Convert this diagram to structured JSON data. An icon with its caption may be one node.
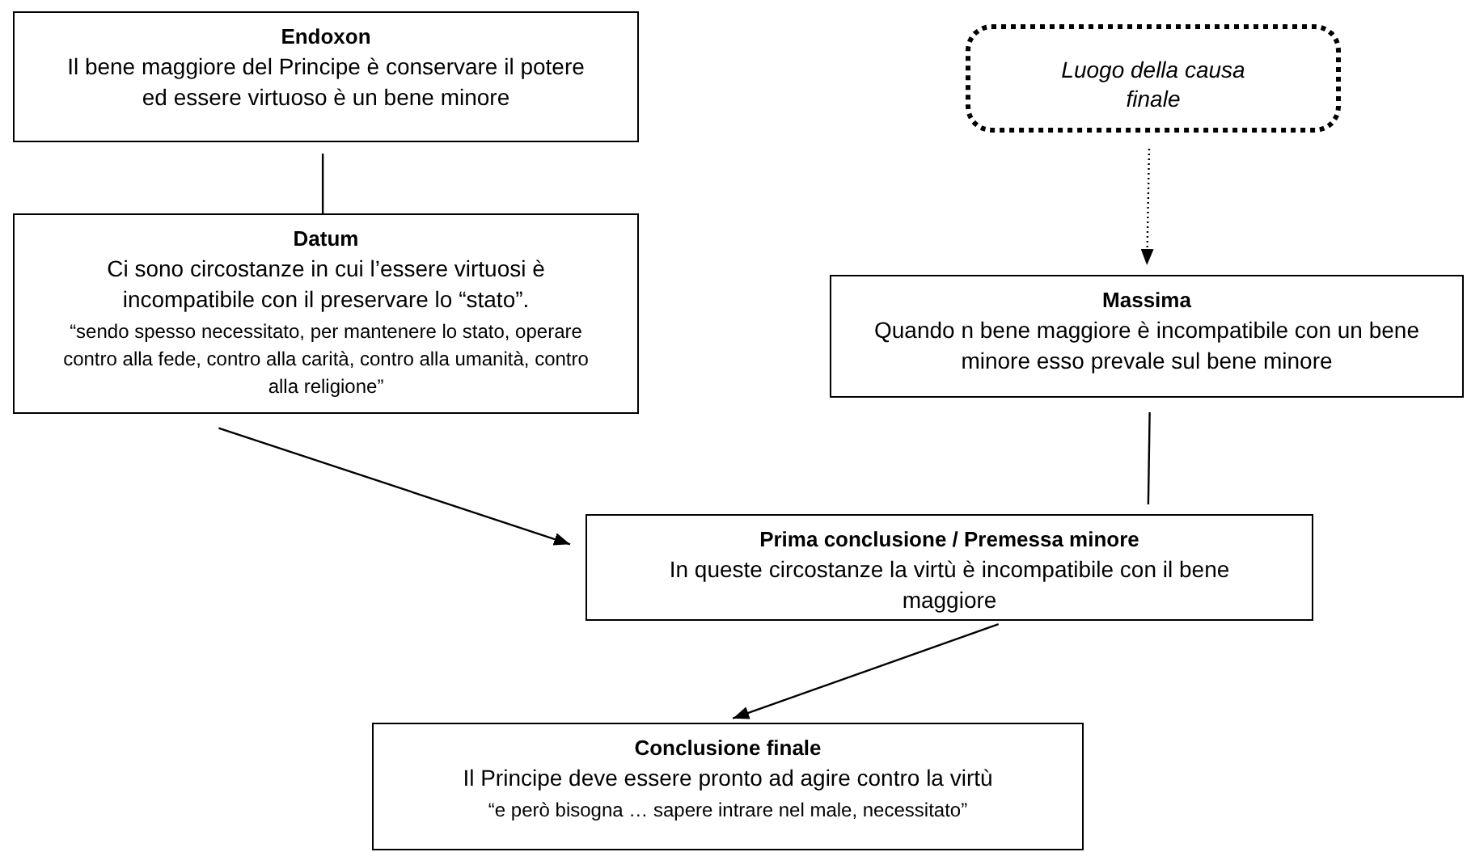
{
  "diagram": {
    "nodes": [
      {
        "text": [
          "Endoxon",
          "Il bene maggiore del Principe è conservare il potere ed essere virtuoso è un bene minore"
        ]
      },
      {
        "text": [
          "Datum",
          "Ci sono circostanze in cui l’essere virtuosi è incompatibile con il preservare lo “stato”.",
          "“sendo spesso necessitato, per mantenere lo stato, operare contro alla fede, contro alla carità, contro alla umanità, contro alla religione”"
        ]
      },
      {
        "text": [
          "Luogo della causa finale"
        ]
      },
      {
        "text": [
          "Massima",
          "Quando n bene maggiore è incompatibile con un bene minore esso prevale sul bene minore"
        ]
      },
      {
        "text": [
          "Prima conclusione / Premessa minore",
          "In queste circostanze la virtù è incompatibile con il bene maggiore"
        ]
      },
      {
        "text": [
          "Conclusione finale",
          "Il Principe deve essere pronto ad agire contro la virtù",
          "“e però bisogna … sapere intrare nel male, necessitato”"
        ]
      }
    ],
    "edges": [
      {
        "from": 0,
        "to": 1,
        "arrow": "none"
      },
      {
        "from": 2,
        "to": 3,
        "arrow": "to",
        "style": "dashed"
      },
      {
        "from": 1,
        "to": 4,
        "arrow": "to"
      },
      {
        "from": 3,
        "to": 4,
        "arrow": "none"
      },
      {
        "from": 4,
        "to": 5,
        "arrow": "to"
      }
    ]
  }
}
